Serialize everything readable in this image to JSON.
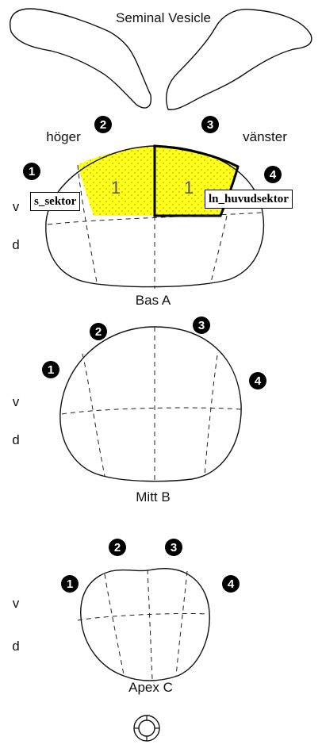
{
  "labels": {
    "seminal_vesicle": "Seminal Vesicle",
    "right": "höger",
    "left": "vänster",
    "ventral": "v",
    "dorsal": "d"
  },
  "sections": {
    "base": {
      "title": "Bas A"
    },
    "mid": {
      "title": "Mitt B"
    },
    "apex": {
      "title": "Apex C"
    }
  },
  "sector_numbers": [
    "1",
    "2",
    "3",
    "4"
  ],
  "selected_sector_value": "1",
  "annotations": {
    "s_sektor": "s_sektor",
    "ln_huvudsektor": "ln_huvudsektor"
  },
  "colors": {
    "highlight": "#ffff1a",
    "stroke": "#111111",
    "badge": "#000000"
  },
  "icons": {
    "orientation": "ring-orientation-icon"
  }
}
